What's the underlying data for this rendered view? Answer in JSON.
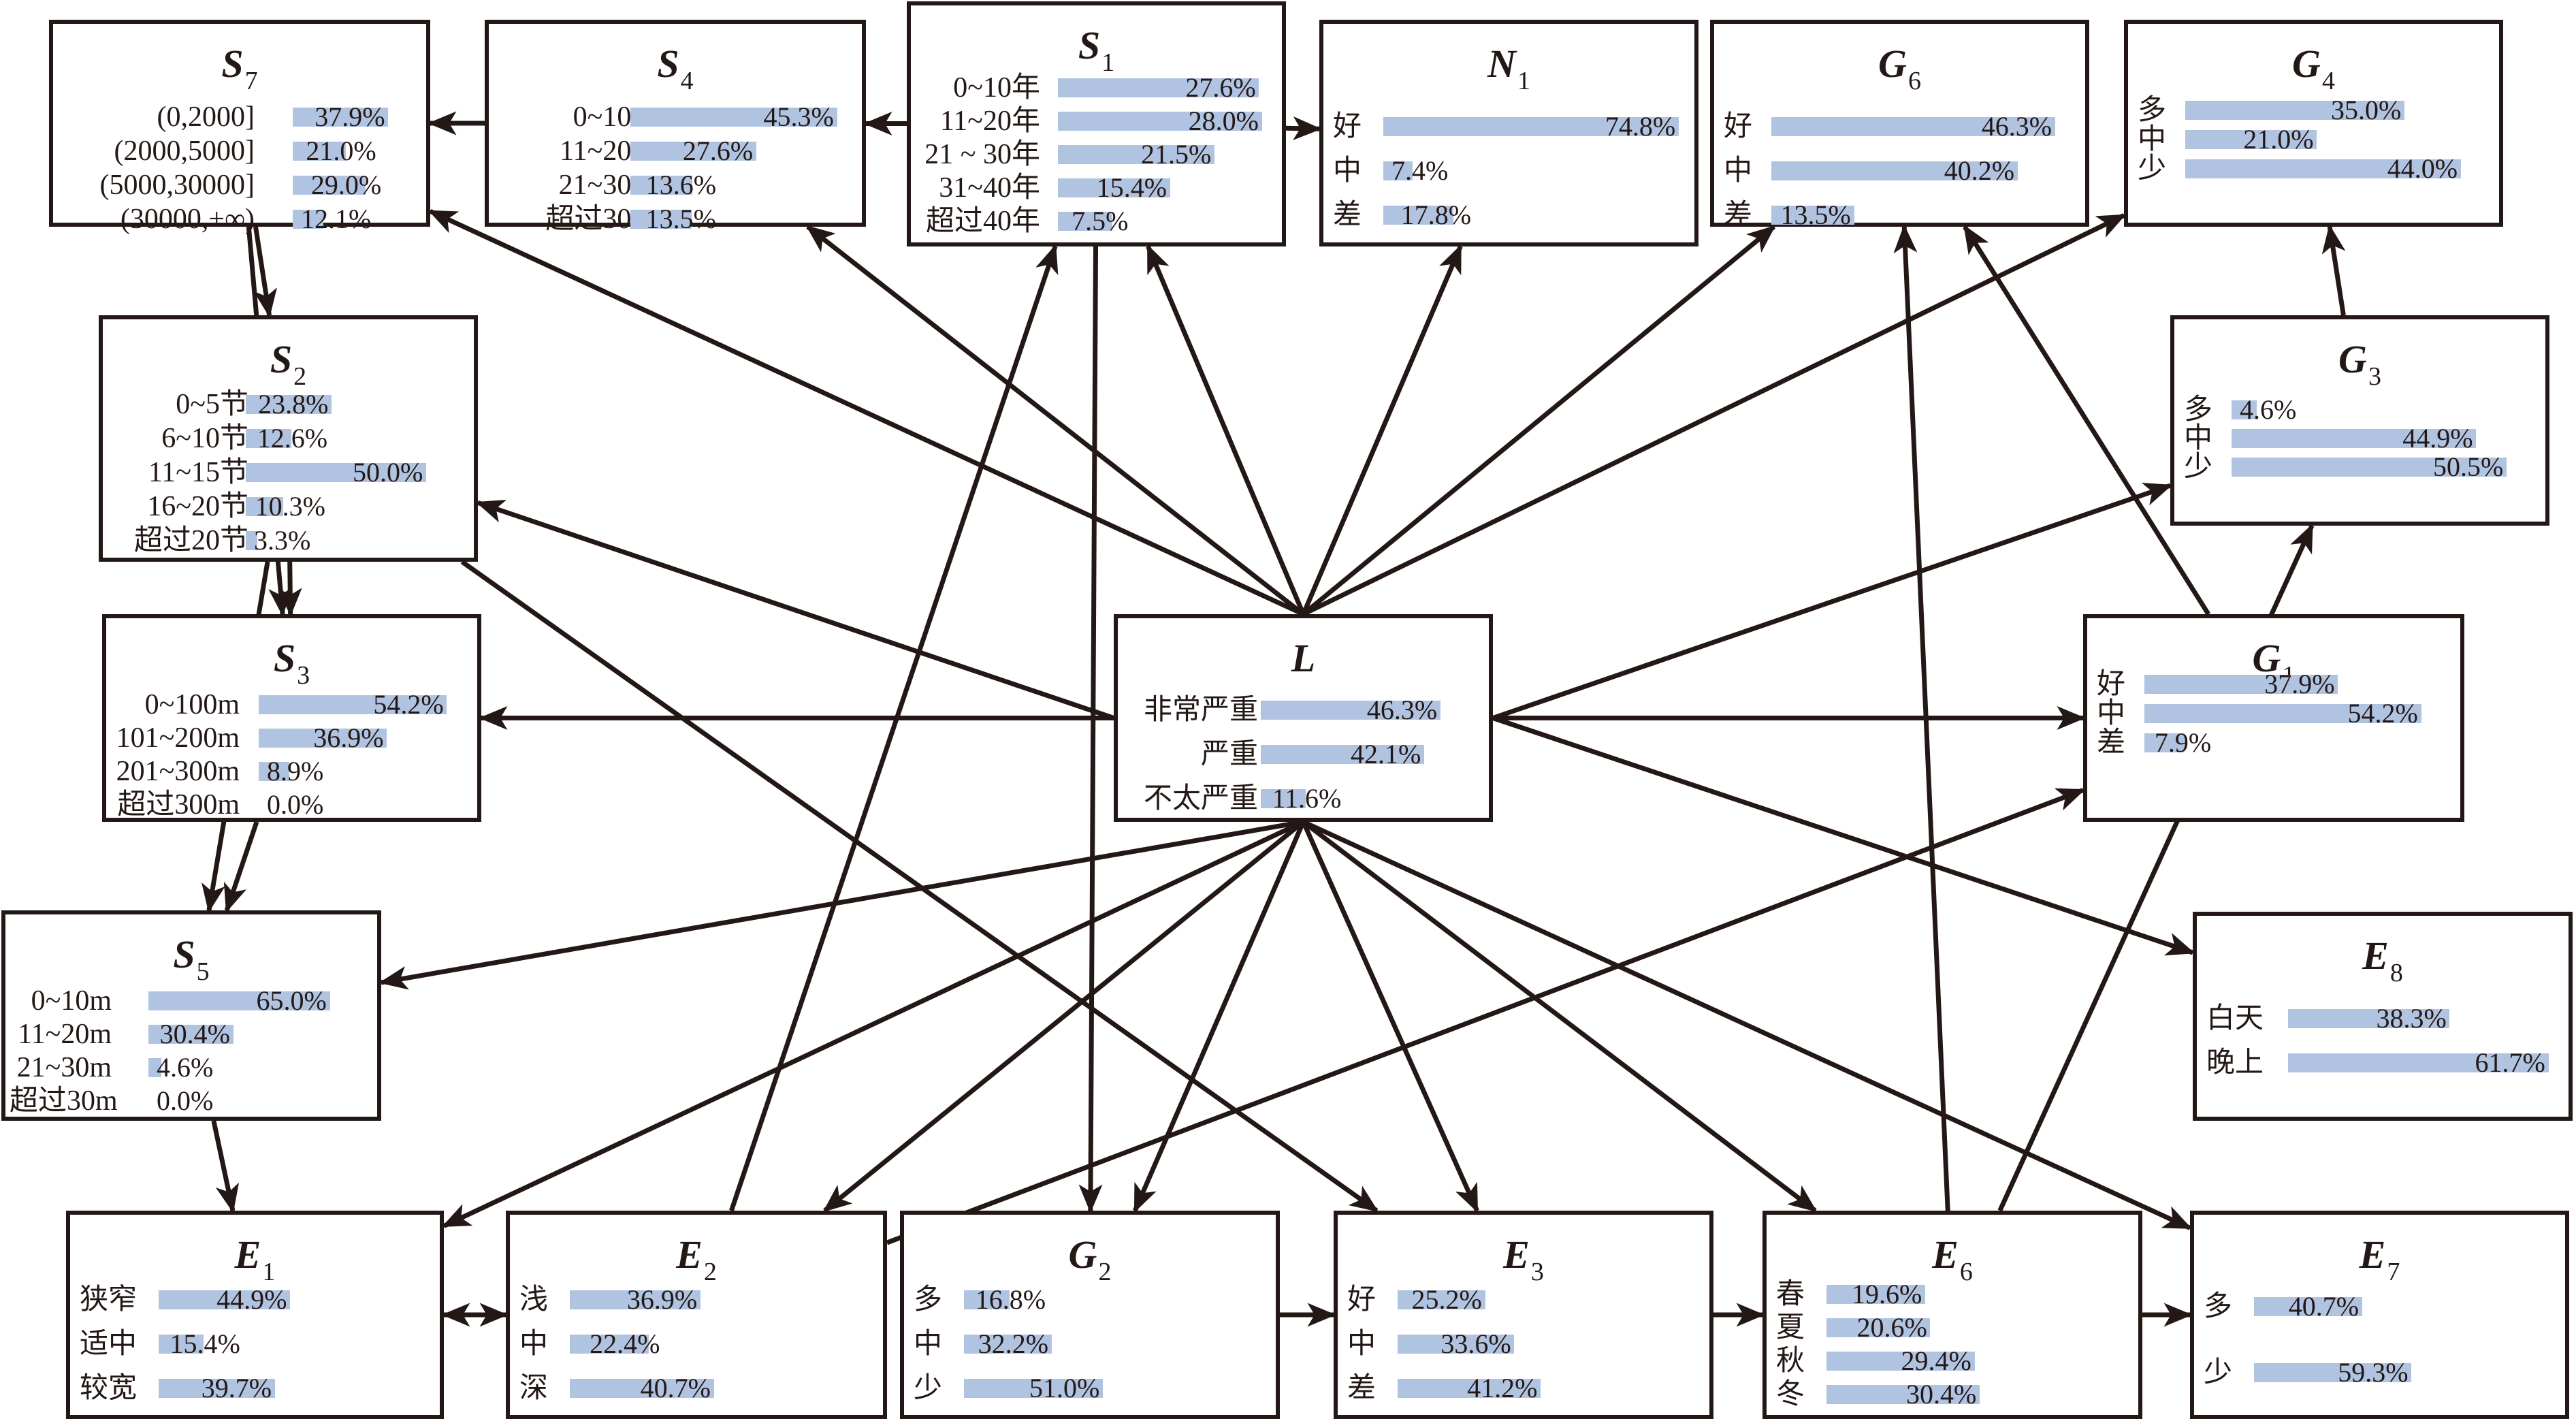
{
  "diagram": {
    "bar_color": "#b0c4e2",
    "edge_color": "#231815",
    "nodes": [
      {
        "id": "S7",
        "symbol": "S",
        "subscript": "7",
        "rows": [
          {
            "label": "(0,2000]",
            "value": 37.9,
            "text": "37.9%"
          },
          {
            "label": "(2000,5000]",
            "value": 21.0,
            "text": "21.0%"
          },
          {
            "label": "(5000,30000]",
            "value": 29.0,
            "text": "29.0%"
          },
          {
            "label": "(30000,+∞)",
            "value": 12.1,
            "text": "12.1%"
          }
        ]
      },
      {
        "id": "S4",
        "symbol": "S",
        "subscript": "4",
        "rows": [
          {
            "label": "0~10m",
            "value": 45.3,
            "text": "45.3%"
          },
          {
            "label": "11~20m",
            "value": 27.6,
            "text": "27.6%"
          },
          {
            "label": "21~30m",
            "value": 13.6,
            "text": "13.6%"
          },
          {
            "label": "超过30m",
            "value": 13.5,
            "text": "13.5%"
          }
        ]
      },
      {
        "id": "S1",
        "symbol": "S",
        "subscript": "1",
        "rows": [
          {
            "label": "0~10年",
            "value": 27.6,
            "text": "27.6%"
          },
          {
            "label": "11~20年",
            "value": 28.0,
            "text": "28.0%"
          },
          {
            "label": "21 ~ 30年",
            "value": 21.5,
            "text": "21.5%"
          },
          {
            "label": "31~40年",
            "value": 15.4,
            "text": "15.4%"
          },
          {
            "label": "超过40年",
            "value": 7.5,
            "text": "7.5%"
          }
        ]
      },
      {
        "id": "N1",
        "symbol": "N",
        "subscript": "1",
        "rows": [
          {
            "label": "好",
            "value": 74.8,
            "text": "74.8%"
          },
          {
            "label": "中",
            "value": 7.4,
            "text": "7.4%"
          },
          {
            "label": "差",
            "value": 17.8,
            "text": "17.8%"
          }
        ]
      },
      {
        "id": "G6",
        "symbol": "G",
        "subscript": "6",
        "rows": [
          {
            "label": "好",
            "value": 46.3,
            "text": "46.3%"
          },
          {
            "label": "中",
            "value": 40.2,
            "text": "40.2%"
          },
          {
            "label": "差",
            "value": 13.5,
            "text": "13.5%"
          }
        ]
      },
      {
        "id": "G4",
        "symbol": "G",
        "subscript": "4",
        "rows": [
          {
            "label": "多",
            "value": 35.0,
            "text": "35.0%"
          },
          {
            "label": "中",
            "value": 21.0,
            "text": "21.0%"
          },
          {
            "label": "少",
            "value": 44.0,
            "text": "44.0%"
          }
        ]
      },
      {
        "id": "S2",
        "symbol": "S",
        "subscript": "2",
        "rows": [
          {
            "label": "0~5节",
            "value": 23.8,
            "text": "23.8%"
          },
          {
            "label": "6~10节",
            "value": 12.6,
            "text": "12.6%"
          },
          {
            "label": "11~15节",
            "value": 50.0,
            "text": "50.0%"
          },
          {
            "label": "16~20节",
            "value": 10.3,
            "text": "10.3%"
          },
          {
            "label": "超过20节",
            "value": 3.3,
            "text": "3.3%"
          }
        ]
      },
      {
        "id": "G3",
        "symbol": "G",
        "subscript": "3",
        "rows": [
          {
            "label": "多",
            "value": 4.6,
            "text": "4.6%"
          },
          {
            "label": "中",
            "value": 44.9,
            "text": "44.9%"
          },
          {
            "label": "少",
            "value": 50.5,
            "text": "50.5%"
          }
        ]
      },
      {
        "id": "S3",
        "symbol": "S",
        "subscript": "3",
        "rows": [
          {
            "label": "0~100m",
            "value": 54.2,
            "text": "54.2%"
          },
          {
            "label": "101~200m",
            "value": 36.9,
            "text": "36.9%"
          },
          {
            "label": "201~300m",
            "value": 8.9,
            "text": "8.9%"
          },
          {
            "label": "超过300m",
            "value": 0.0,
            "text": "0.0%"
          }
        ]
      },
      {
        "id": "L",
        "symbol": "L",
        "subscript": "",
        "rows": [
          {
            "label": "非常严重",
            "value": 46.3,
            "text": "46.3%"
          },
          {
            "label": "严重",
            "value": 42.1,
            "text": "42.1%"
          },
          {
            "label": "不太严重",
            "value": 11.6,
            "text": "11.6%"
          }
        ]
      },
      {
        "id": "G1",
        "symbol": "G",
        "subscript": "1",
        "rows": [
          {
            "label": "好",
            "value": 37.9,
            "text": "37.9%"
          },
          {
            "label": "中",
            "value": 54.2,
            "text": "54.2%"
          },
          {
            "label": "差",
            "value": 7.9,
            "text": "7.9%"
          }
        ]
      },
      {
        "id": "S5",
        "symbol": "S",
        "subscript": "5",
        "rows": [
          {
            "label": "0~10m",
            "value": 65.0,
            "text": "65.0%"
          },
          {
            "label": "11~20m",
            "value": 30.4,
            "text": "30.4%"
          },
          {
            "label": "21~30m",
            "value": 4.6,
            "text": "4.6%"
          },
          {
            "label": "超过30m",
            "value": 0.0,
            "text": "0.0%"
          }
        ]
      },
      {
        "id": "E8",
        "symbol": "E",
        "subscript": "8",
        "rows": [
          {
            "label": "白天",
            "value": 38.3,
            "text": "38.3%"
          },
          {
            "label": "晚上",
            "value": 61.7,
            "text": "61.7%"
          }
        ]
      },
      {
        "id": "E1",
        "symbol": "E",
        "subscript": "1",
        "rows": [
          {
            "label": "狭窄",
            "value": 44.9,
            "text": "44.9%"
          },
          {
            "label": "适中",
            "value": 15.4,
            "text": "15.4%"
          },
          {
            "label": "较宽",
            "value": 39.7,
            "text": "39.7%"
          }
        ]
      },
      {
        "id": "E2",
        "symbol": "E",
        "subscript": "2",
        "rows": [
          {
            "label": "浅",
            "value": 36.9,
            "text": "36.9%"
          },
          {
            "label": "中",
            "value": 22.4,
            "text": "22.4%"
          },
          {
            "label": "深",
            "value": 40.7,
            "text": "40.7%"
          }
        ]
      },
      {
        "id": "G2",
        "symbol": "G",
        "subscript": "2",
        "rows": [
          {
            "label": "多",
            "value": 16.8,
            "text": "16.8%"
          },
          {
            "label": "中",
            "value": 32.2,
            "text": "32.2%"
          },
          {
            "label": "少",
            "value": 51.0,
            "text": "51.0%"
          }
        ]
      },
      {
        "id": "E3",
        "symbol": "E",
        "subscript": "3",
        "rows": [
          {
            "label": "好",
            "value": 25.2,
            "text": "25.2%"
          },
          {
            "label": "中",
            "value": 33.6,
            "text": "33.6%"
          },
          {
            "label": "差",
            "value": 41.2,
            "text": "41.2%"
          }
        ]
      },
      {
        "id": "E6",
        "symbol": "E",
        "subscript": "6",
        "rows": [
          {
            "label": "春",
            "value": 19.6,
            "text": "19.6%"
          },
          {
            "label": "夏",
            "value": 20.6,
            "text": "20.6%"
          },
          {
            "label": "秋",
            "value": 29.4,
            "text": "29.4%"
          },
          {
            "label": "冬",
            "value": 30.4,
            "text": "30.4%"
          }
        ]
      },
      {
        "id": "E7",
        "symbol": "E",
        "subscript": "7",
        "rows": [
          {
            "label": "多",
            "value": 40.7,
            "text": "40.7%"
          },
          {
            "label": "少",
            "value": 59.3,
            "text": "59.3%"
          }
        ]
      }
    ],
    "edges": [
      {
        "from": "S4",
        "to": "S7"
      },
      {
        "from": "S1",
        "to": "S4"
      },
      {
        "from": "S1",
        "to": "N1"
      },
      {
        "from": "S7",
        "to": "S2"
      },
      {
        "from": "S2",
        "to": "S3"
      },
      {
        "from": "S3",
        "to": "S5"
      },
      {
        "from": "S5",
        "to": "E1"
      },
      {
        "from": "E1",
        "to": "E2"
      },
      {
        "from": "E2",
        "to": "E1"
      },
      {
        "from": "G2",
        "to": "E3"
      },
      {
        "from": "E3",
        "to": "E6"
      },
      {
        "from": "E6",
        "to": "E7"
      },
      {
        "from": "S1",
        "to": "G2"
      },
      {
        "from": "L",
        "to": "S1"
      },
      {
        "from": "L",
        "to": "S4"
      },
      {
        "from": "L",
        "to": "S7"
      },
      {
        "from": "L",
        "to": "S2"
      },
      {
        "from": "L",
        "to": "S3"
      },
      {
        "from": "L",
        "to": "S5"
      },
      {
        "from": "L",
        "to": "N1"
      },
      {
        "from": "L",
        "to": "G6"
      },
      {
        "from": "L",
        "to": "G4"
      },
      {
        "from": "L",
        "to": "G3"
      },
      {
        "from": "L",
        "to": "G1"
      },
      {
        "from": "L",
        "to": "E8"
      },
      {
        "from": "L",
        "to": "E7"
      },
      {
        "from": "L",
        "to": "E6"
      },
      {
        "from": "L",
        "to": "E3"
      },
      {
        "from": "L",
        "to": "G2"
      },
      {
        "from": "L",
        "to": "E2"
      },
      {
        "from": "L",
        "to": "E1"
      },
      {
        "from": "S2",
        "to": "E3"
      },
      {
        "from": "E2",
        "to": "G1"
      },
      {
        "from": "E2",
        "to": "S1"
      },
      {
        "from": "E6",
        "to": "G6"
      },
      {
        "from": "E6",
        "to": "G3"
      },
      {
        "from": "G3",
        "to": "G4"
      },
      {
        "from": "G1",
        "to": "G6"
      },
      {
        "from": "S7",
        "to": "S3"
      },
      {
        "from": "S2",
        "to": "S5"
      }
    ]
  }
}
